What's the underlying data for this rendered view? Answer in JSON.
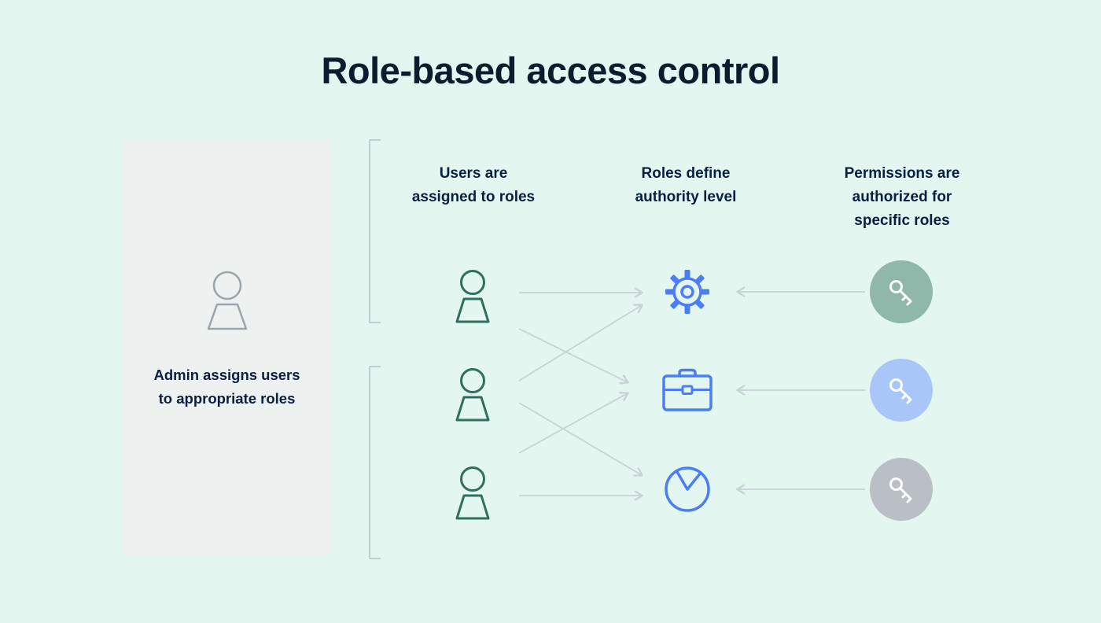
{
  "title": "Role-based access control",
  "admin_panel": {
    "icon": "person-icon",
    "caption": "Admin assigns users\nto appropriate roles"
  },
  "columns": {
    "users": {
      "heading": "Users are\nassigned to roles",
      "items": [
        {
          "icon": "person-icon"
        },
        {
          "icon": "person-icon"
        },
        {
          "icon": "person-icon"
        }
      ]
    },
    "roles": {
      "heading": "Roles define\nauthority level",
      "items": [
        {
          "icon": "gear-icon"
        },
        {
          "icon": "briefcase-icon"
        },
        {
          "icon": "pie-chart-icon"
        }
      ]
    },
    "permissions": {
      "heading": "Permissions are\nauthorized for\nspecific roles",
      "items": [
        {
          "icon": "key-icon",
          "circle_color": "#8fb7aa"
        },
        {
          "icon": "key-icon",
          "circle_color": "#a8c6f8"
        },
        {
          "icon": "key-icon",
          "circle_color": "#b9bfc5"
        }
      ]
    }
  },
  "connections": {
    "user_to_role": [
      [
        1,
        1
      ],
      [
        1,
        2
      ],
      [
        2,
        1
      ],
      [
        2,
        3
      ],
      [
        3,
        2
      ],
      [
        3,
        3
      ]
    ],
    "permission_to_role": [
      [
        1,
        1
      ],
      [
        2,
        2
      ],
      [
        3,
        3
      ]
    ]
  },
  "colors": {
    "background": "#e4f6f0",
    "panel": "#edf2f0",
    "text": "#091e42",
    "user_outline": "#2f6f60",
    "admin_outline": "#9aa4ab",
    "role_outline": "#4b7ef5",
    "arrow": "#c9d2d7",
    "bracket": "#c2ccd2",
    "key_green": "#8fb7aa",
    "key_blue": "#a8c6f8",
    "key_gray": "#b9bfc5"
  }
}
